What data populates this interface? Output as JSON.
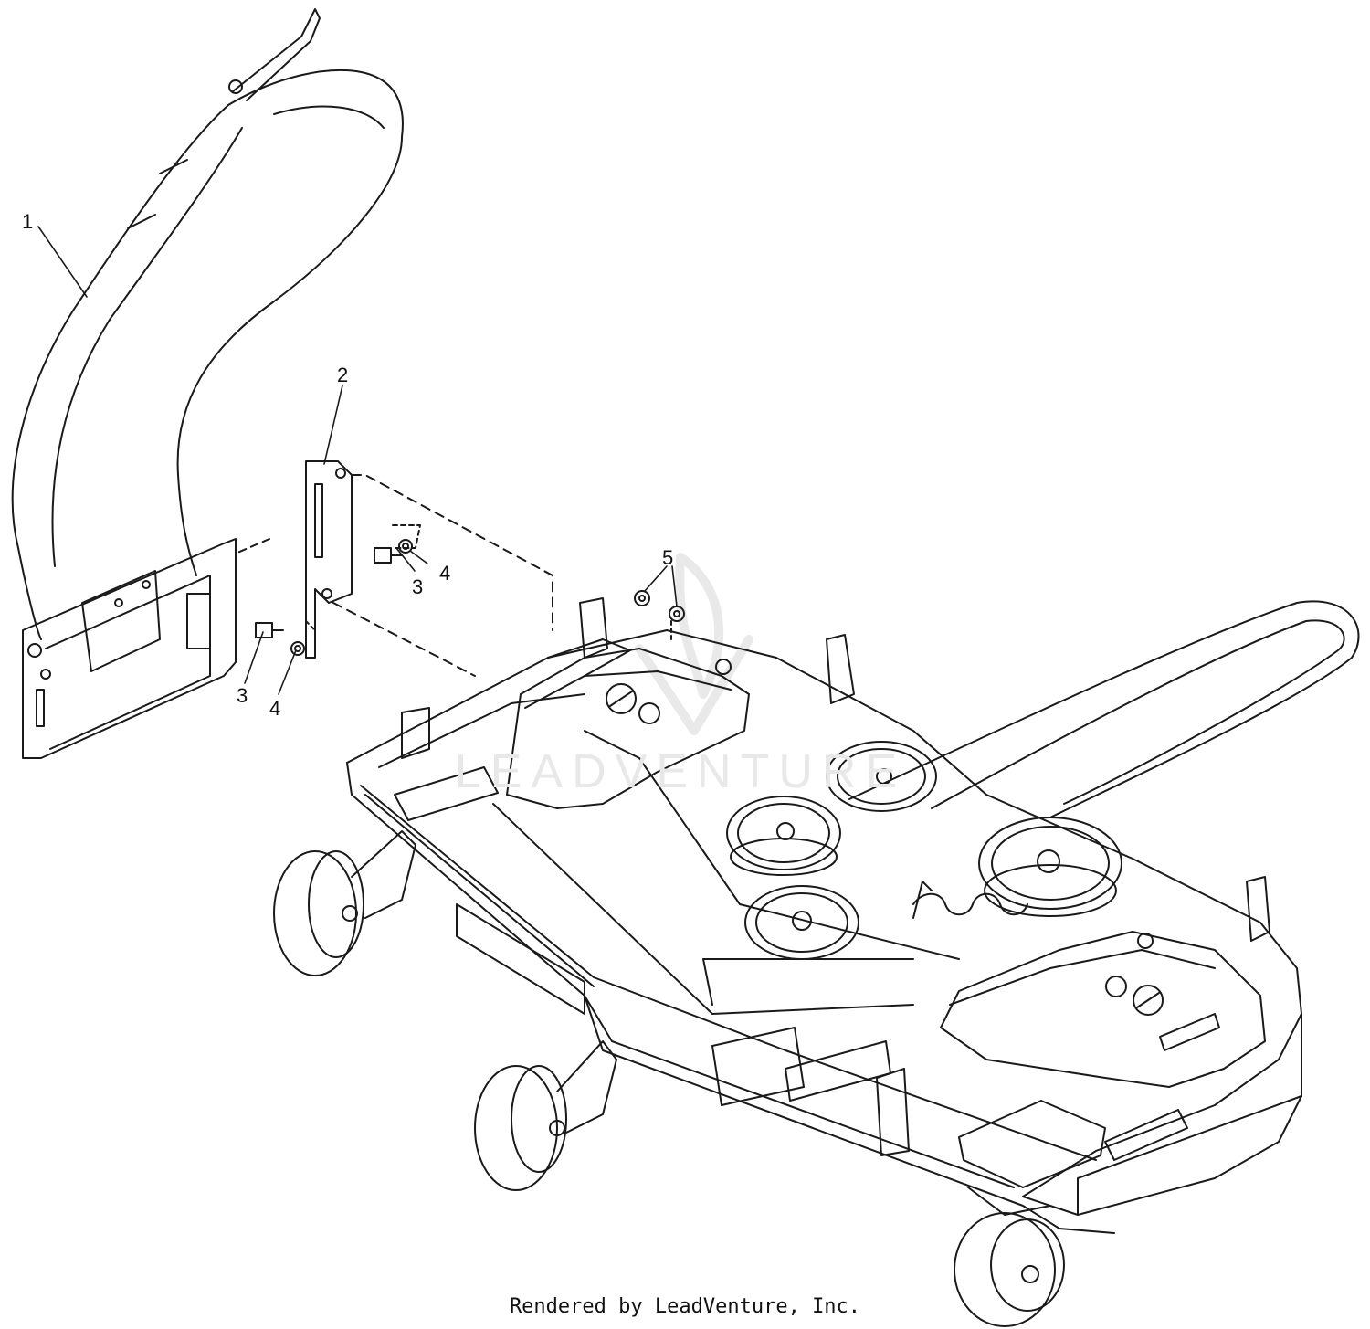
{
  "diagram": {
    "callouts": {
      "c1": "1",
      "c2": "2",
      "c3a": "3",
      "c4a": "4",
      "c3b": "3",
      "c4b": "4",
      "c5": "5"
    },
    "watermark_text": "LEADVENTURE"
  },
  "footer": {
    "text": "Rendered by LeadVenture, Inc."
  },
  "colors": {
    "line": "#1a1a1a",
    "watermark": "#e6e6e6",
    "background": "#ffffff"
  }
}
